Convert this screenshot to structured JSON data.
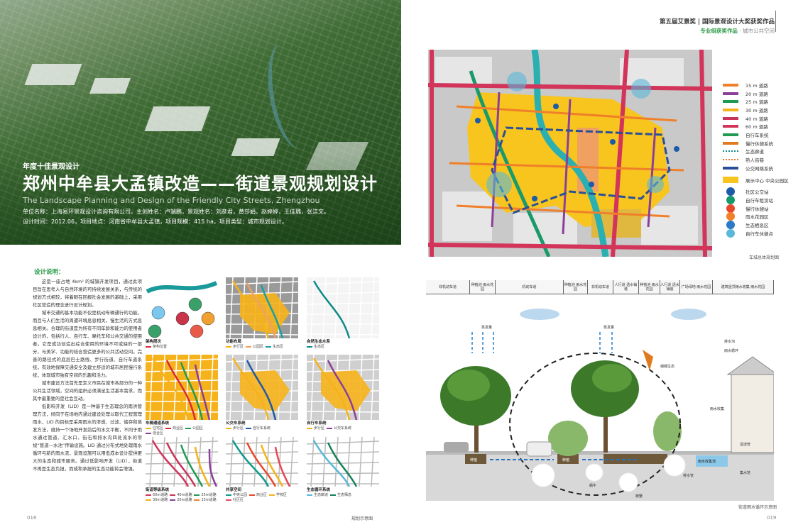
{
  "hero": {
    "subtitle": "年度十佳景观设计",
    "title": "郑州中牟县大孟镇改造——街道景观规划设计",
    "title_en": "The Landscape Planning and Design of the Friendly City Streets, Zhengzhou",
    "meta1": "单位名称：上海易环景观设计咨询有限公司，主创姓名：卢端鹏，景观姓名：刘彦君，黄莎娟，赵婷婷，王佳璐，张洁文。",
    "meta2": "设计时间：2012.06，项目地点：河南省中牟县大孟镇，项目规模：415 ha，项目类型：城市规划设计。"
  },
  "header": {
    "line1": "第五届艾景奖 | 国际景观设计大奖获奖作品",
    "award": "专业组获奖作品",
    "category": " · 城市公共空间"
  },
  "legend": {
    "items": [
      {
        "label": "15 m 道路",
        "color": "#f07f2a",
        "kind": "line"
      },
      {
        "label": "20 m 道路",
        "color": "#8a3f9a",
        "kind": "line"
      },
      {
        "label": "25 m 道路",
        "color": "#1f9a52",
        "kind": "line"
      },
      {
        "label": "30 m 道路",
        "color": "#f6b21a",
        "kind": "line"
      },
      {
        "label": "40 m 道路",
        "color": "#c8345a",
        "kind": "line"
      },
      {
        "label": "60 m 道路",
        "color": "#d2345a",
        "kind": "line"
      },
      {
        "label": "自行车系统",
        "color": "#1f9a52",
        "kind": "line"
      },
      {
        "label": "慢行休憩系统",
        "color": "#e07a1c",
        "kind": "line"
      },
      {
        "label": "生态廊道",
        "color": "#0f8a8a",
        "kind": "dash"
      },
      {
        "label": "熟人街巷",
        "color": "#e8742a",
        "kind": "dash"
      },
      {
        "label": "公交网络系统",
        "color": "#2a4f9a",
        "kind": "line"
      },
      {
        "label": "展示中心 中央公园区",
        "color": "#f7c51e",
        "kind": "block"
      },
      {
        "label": "社区公交站",
        "color": "#1d5aa8",
        "kind": "dot"
      },
      {
        "label": "自行车租赁站",
        "color": "#149a6a",
        "kind": "dot"
      },
      {
        "label": "慢行休憩站",
        "color": "#e8482a",
        "kind": "dot"
      },
      {
        "label": "雨水花园区",
        "color": "#f0802a",
        "kind": "dot"
      },
      {
        "label": "生态栖息区",
        "color": "#2a7ac8",
        "kind": "dot"
      },
      {
        "label": "自行车休憩点",
        "color": "#5ab8d8",
        "kind": "dot"
      }
    ],
    "caption": "车城总体规划图"
  },
  "design": {
    "heading": "设计说明：",
    "paragraphs": [
      "这是一座占地 4km² 的城镇开发项目，通过此项目旨在思考人与自然环境的可持续发展关系，与传统的规划方式相较，将着眼在回报社会发展的基础上，采用社区营造的理念进行设计规划。",
      "城市交通的基本功能不仅是机动车辆通行的功能，而且与人们生活的周遭环境息息相关，慢生活的方式息息相关。合理的街道是为所有不同年龄和能力的使用者设计的，包括行人、自行车、摩托车和公共交通的使用者。它是成功创造出综合使用的环境不可或缺的一部分，与美学、功能的结合营造更多的公共活动空间。完善的路径式的底层巴士路线、步行街道、自行车道系统，有效地保障交通安全及建立舒适的城市居民慢行系统，体现城市独有空间的乐趣和活力。",
      "城市建设方法首先是定义市民在城市各部分的一种公共生活领域，空间的组织必须满足生活基本需求，而其中最重要的是社会互动。",
      "低影响开发（LID）是一种基于生态理念的雨洪管理方法，倾向于在场地内通过建设处理以取代工程管理雨水，LID 的目标是采用雨水的渗透、过滤、储存和蒸发方法，维持一个场地开发前后的水文平衡，不同于雨水通过管道、汇水口、街石和排水沟四处流水的常规“管道—水池”传输设施。LID 通过分布式地处理雨水循环与新的雨水流，景观设施可以用低成本设计提供更大的生态和城市服务。通过低影响开发（LID），街道不再是生态负担，而成和承担的生态功能将会增强。"
    ]
  },
  "diagrams": [
    {
      "title": "架构层次",
      "legend": [
        {
          "label": "架构位置",
          "color": "#d8283a"
        }
      ]
    },
    {
      "title": "功能布局",
      "legend": [
        {
          "label": "步行区",
          "color": "#f6b21a"
        },
        {
          "label": "公园区",
          "color": "#f0a060"
        },
        {
          "label": "生态区",
          "color": "#1aa0a0"
        }
      ]
    },
    {
      "title": "自然生态水系",
      "legend": [
        {
          "label": "生态区",
          "color": "#0f8a8a"
        }
      ]
    },
    {
      "title": "车辆通道系统",
      "legend": [
        {
          "label": "住宅区",
          "color": "#f6b21a"
        },
        {
          "label": "商业区",
          "color": "#d8283a"
        },
        {
          "label": "公园区",
          "color": "#1f9a52"
        },
        {
          "label": "混合区",
          "color": "#8a3f9a"
        }
      ]
    },
    {
      "title": "公交车系统",
      "legend": [
        {
          "label": "步行区",
          "color": "#f6b21a"
        },
        {
          "label": "自行车系统",
          "color": "#1d5aa8"
        }
      ]
    },
    {
      "title": "自行车系统",
      "legend": [
        {
          "label": "步行区",
          "color": "#f6b21a"
        },
        {
          "label": "公交车系统",
          "color": "#8a3f9a"
        }
      ]
    },
    {
      "title": "街道等级系统",
      "legend": [
        {
          "label": "60m道路",
          "color": "#d2345a"
        },
        {
          "label": "40m道路",
          "color": "#c8345a"
        },
        {
          "label": "25m道路",
          "color": "#1f9a52"
        },
        {
          "label": "30m道路",
          "color": "#f6b21a"
        },
        {
          "label": "20m道路",
          "color": "#8a3f9a"
        },
        {
          "label": "15m道路",
          "color": "#f07f2a"
        }
      ]
    },
    {
      "title": "共享空间",
      "legend": [
        {
          "label": "中央公园",
          "color": "#0f9a8a"
        },
        {
          "label": "商业区",
          "color": "#e8482a"
        },
        {
          "label": "学校区",
          "color": "#f6b21a"
        },
        {
          "label": "社区区",
          "color": "#e84858"
        }
      ]
    },
    {
      "title": "生态循环系统",
      "legend": [
        {
          "label": "生态廊道",
          "color": "#5ab8d8"
        },
        {
          "label": "生态栖息",
          "color": "#14825a"
        }
      ]
    }
  ],
  "diagrams_caption": "规划示意图",
  "section": {
    "columns": [
      "非机动车道",
      "种植池 雨水花园",
      "机动车道",
      "种植池 雨水花园",
      "非机动车道",
      "人行道 透水铺装",
      "种植池 雨水花园",
      "人行道 透水铺装",
      "广场绿地 雨水花园",
      "建筑屋顶雨水收集 雨水花园"
    ],
    "labels": {
      "evap": "蒸发量",
      "butterfly": "蝴蝶生态",
      "planter": "种植",
      "snail": "蜗牛",
      "crab": "螃蟹",
      "drain": "排水管",
      "cistern": "雨水收集池",
      "rain": "雨水收集",
      "outlet": "溢流管",
      "gutter": "集水管",
      "pipe": "排水沟",
      "recycle": "雨水循环"
    },
    "caption": "街道雨水循环示意图"
  },
  "pages": {
    "left": "018",
    "right": "019"
  }
}
